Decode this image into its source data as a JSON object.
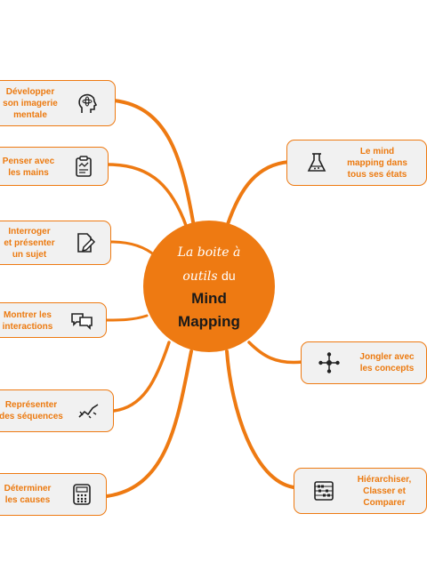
{
  "center": {
    "line1": "La boite à",
    "line2": "outils",
    "line2b": "du",
    "line3": "Mind",
    "line4": "Mapping"
  },
  "left_nodes": [
    {
      "lines": [
        "Développer",
        "son imagerie",
        "mentale"
      ],
      "icon": "brain-head-icon"
    },
    {
      "lines": [
        "Penser avec",
        "les mains"
      ],
      "icon": "clipboard-icon"
    },
    {
      "lines": [
        "Interroger",
        "et présenter",
        "un sujet"
      ],
      "icon": "document-pen-icon"
    },
    {
      "lines": [
        "Montrer les",
        "interactions"
      ],
      "icon": "speech-bubbles-icon"
    },
    {
      "lines": [
        "Représenter",
        "des séquences"
      ],
      "icon": "line-chart-icon"
    },
    {
      "lines": [
        "Déterminer",
        "les causes"
      ],
      "icon": "calculator-icon"
    }
  ],
  "right_nodes": [
    {
      "lines": [
        "Le mind",
        "mapping dans",
        "tous ses états"
      ],
      "icon": "flask-icon"
    },
    {
      "lines": [
        "Jongler avec",
        "les concepts"
      ],
      "icon": "network-nodes-icon"
    },
    {
      "lines": [
        "Hiérarchiser,",
        "Classer et",
        "Comparer"
      ],
      "icon": "abacus-icon"
    }
  ],
  "colors": {
    "accent": "#ee7a12",
    "node_bg": "#f1f1f1",
    "center_text": "#1a1a1a"
  }
}
